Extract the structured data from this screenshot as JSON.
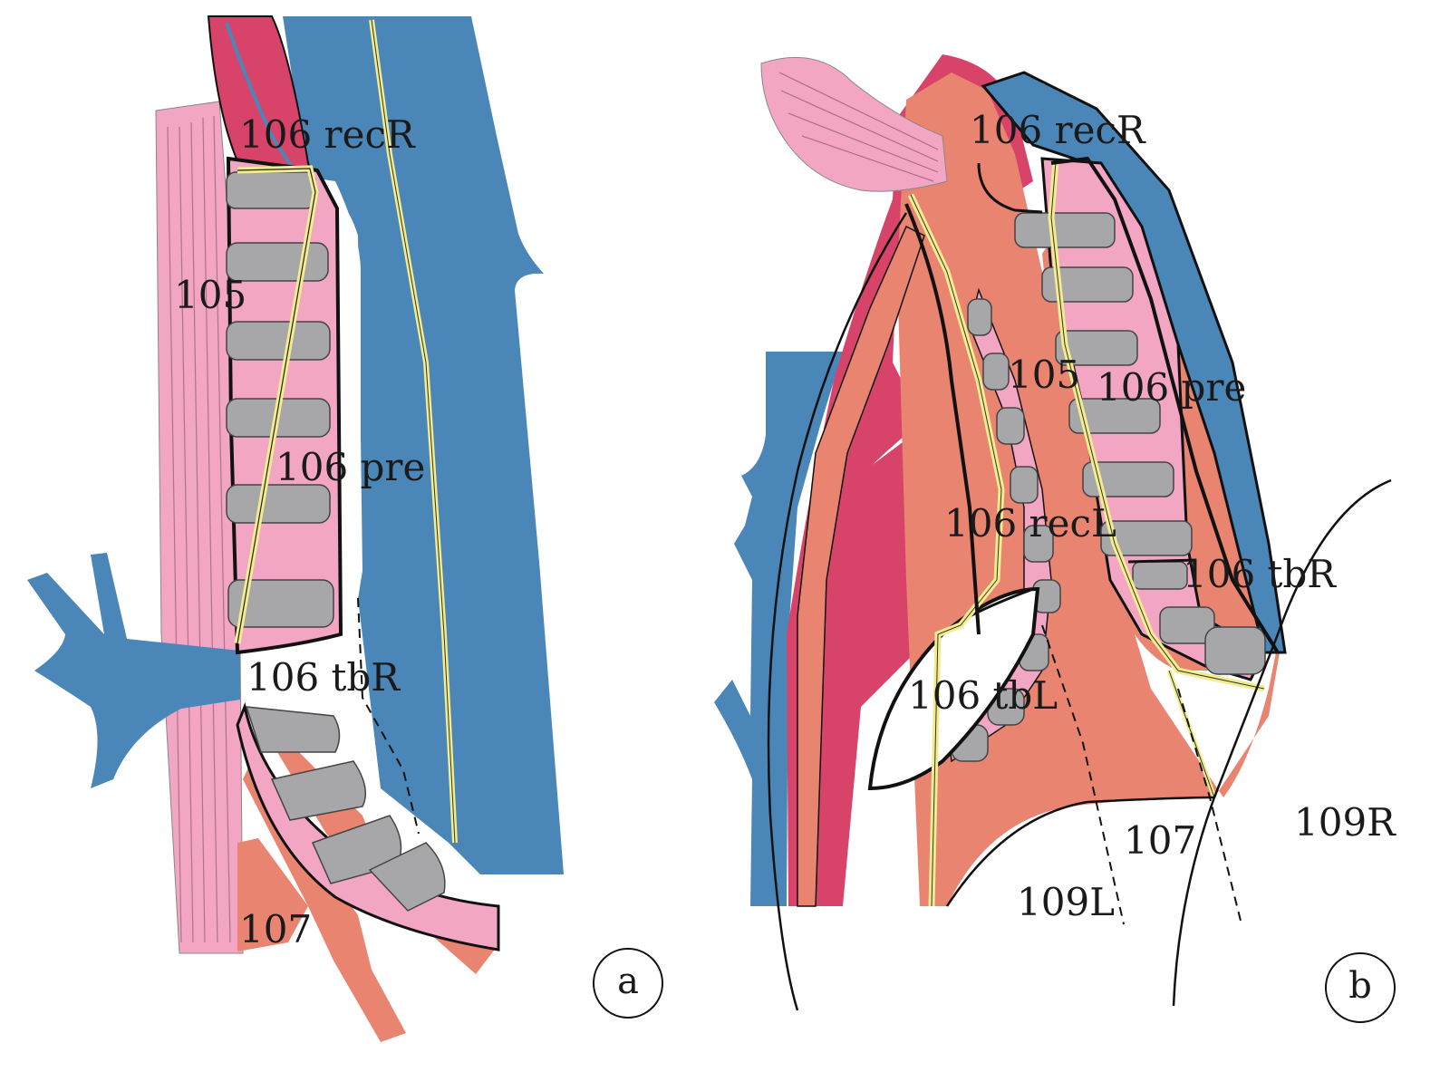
{
  "colors": {
    "vein": "#4a86b8",
    "artery": "#d8436a",
    "aorta": "#e98470",
    "muscle": "#f2a6c4",
    "cartilage": "#a7a6a9",
    "nerve": "#f2ec8e",
    "outline": "#111111"
  },
  "panels": [
    {
      "letter": "a",
      "labels": {
        "rec_r": "106 recR",
        "n105": "105",
        "pre": "106 pre",
        "tb_r": "106 tbR",
        "n107": "107"
      }
    },
    {
      "letter": "b",
      "labels": {
        "rec_r": "106 recR",
        "n105": "105",
        "pre": "106 pre",
        "rec_l": "106 recL",
        "tb_r": "106 tbR",
        "tb_l": "106 tbL",
        "n107": "107",
        "n109r": "109R",
        "n109l": "109L"
      }
    }
  ]
}
